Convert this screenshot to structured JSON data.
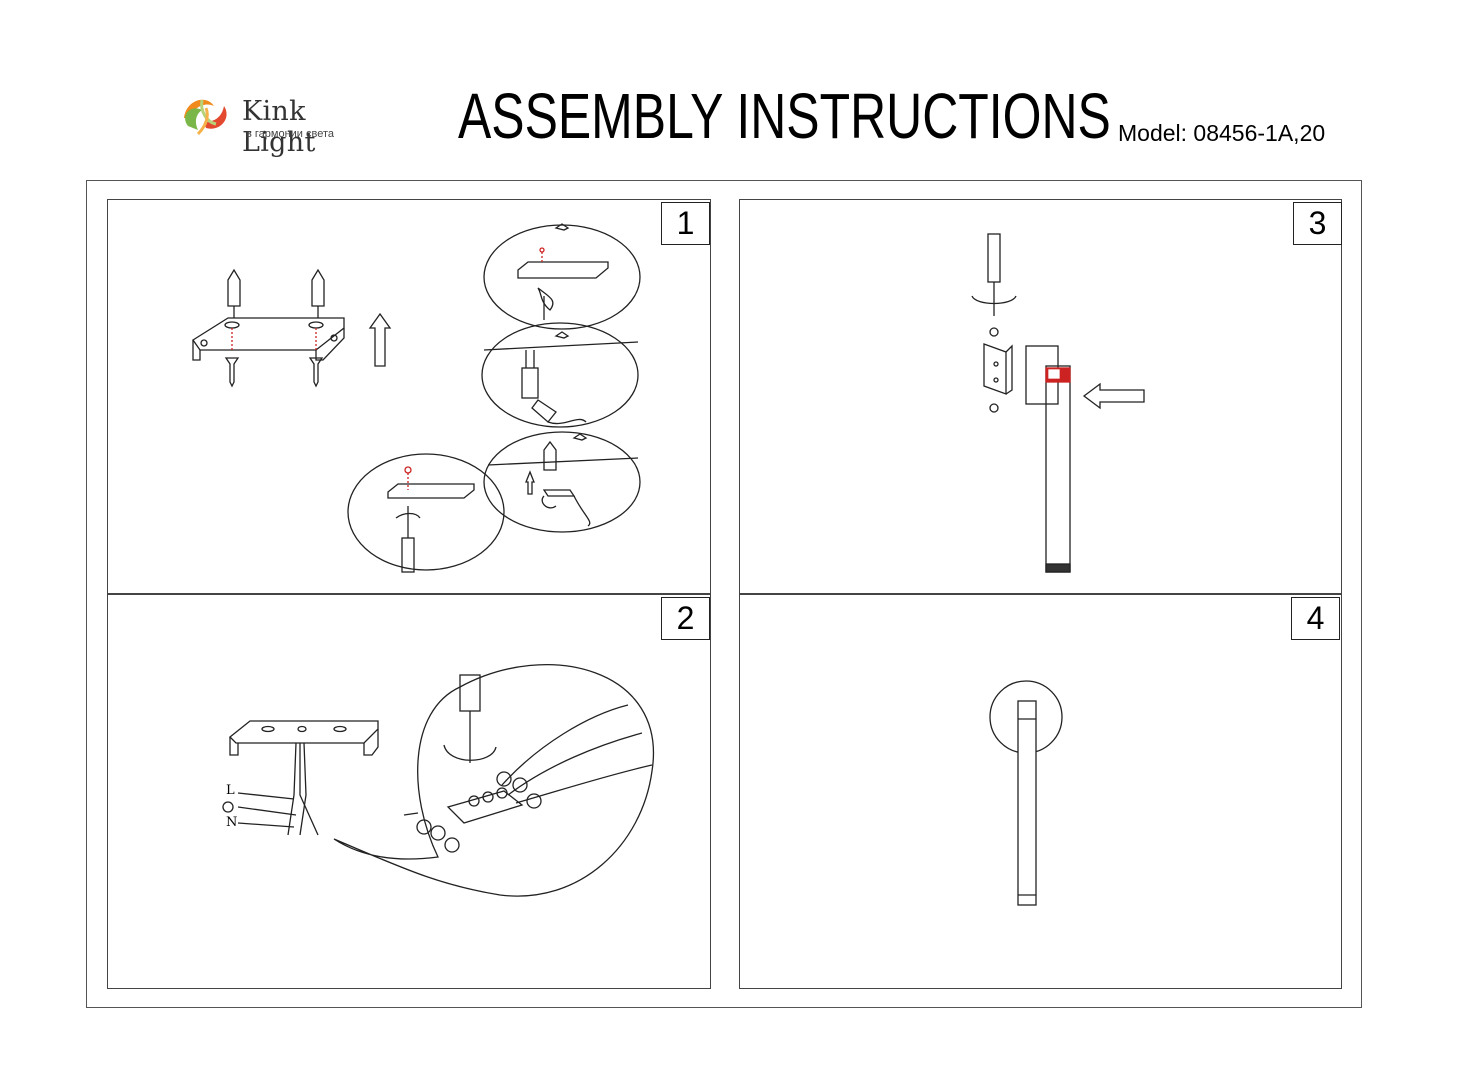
{
  "header": {
    "logo": {
      "name": "Kink Light",
      "tagline": "в гармонии света",
      "icon": "kink-light-logo-icon"
    },
    "title": "ASSEMBLY INSTRUCTIONS",
    "model": "Model: 08456-1A,20"
  },
  "steps": [
    {
      "number": "1"
    },
    {
      "number": "2",
      "wire_labels": {
        "live": "L",
        "neutral": "N"
      }
    },
    {
      "number": "3"
    },
    {
      "number": "4"
    }
  ],
  "colors": {
    "line": "#222222",
    "accent_red": "#cc2222",
    "logo_orange": "#f08a1c",
    "logo_green": "#7ab648",
    "logo_red": "#e2492f"
  }
}
